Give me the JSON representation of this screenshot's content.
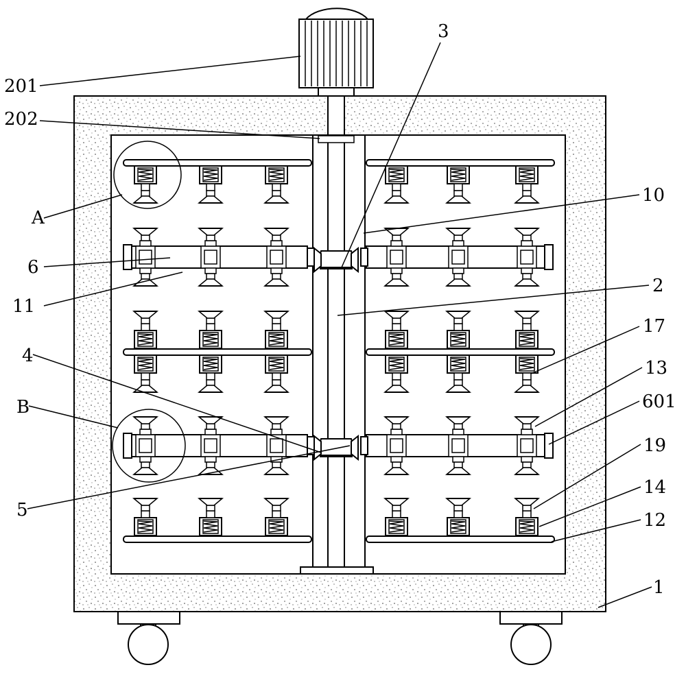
{
  "figure": {
    "callouts": [
      "201",
      "202",
      "3",
      "10",
      "2",
      "17",
      "13",
      "601",
      "19",
      "14",
      "12",
      "1",
      "A",
      "6",
      "11",
      "4",
      "B",
      "5"
    ]
  }
}
